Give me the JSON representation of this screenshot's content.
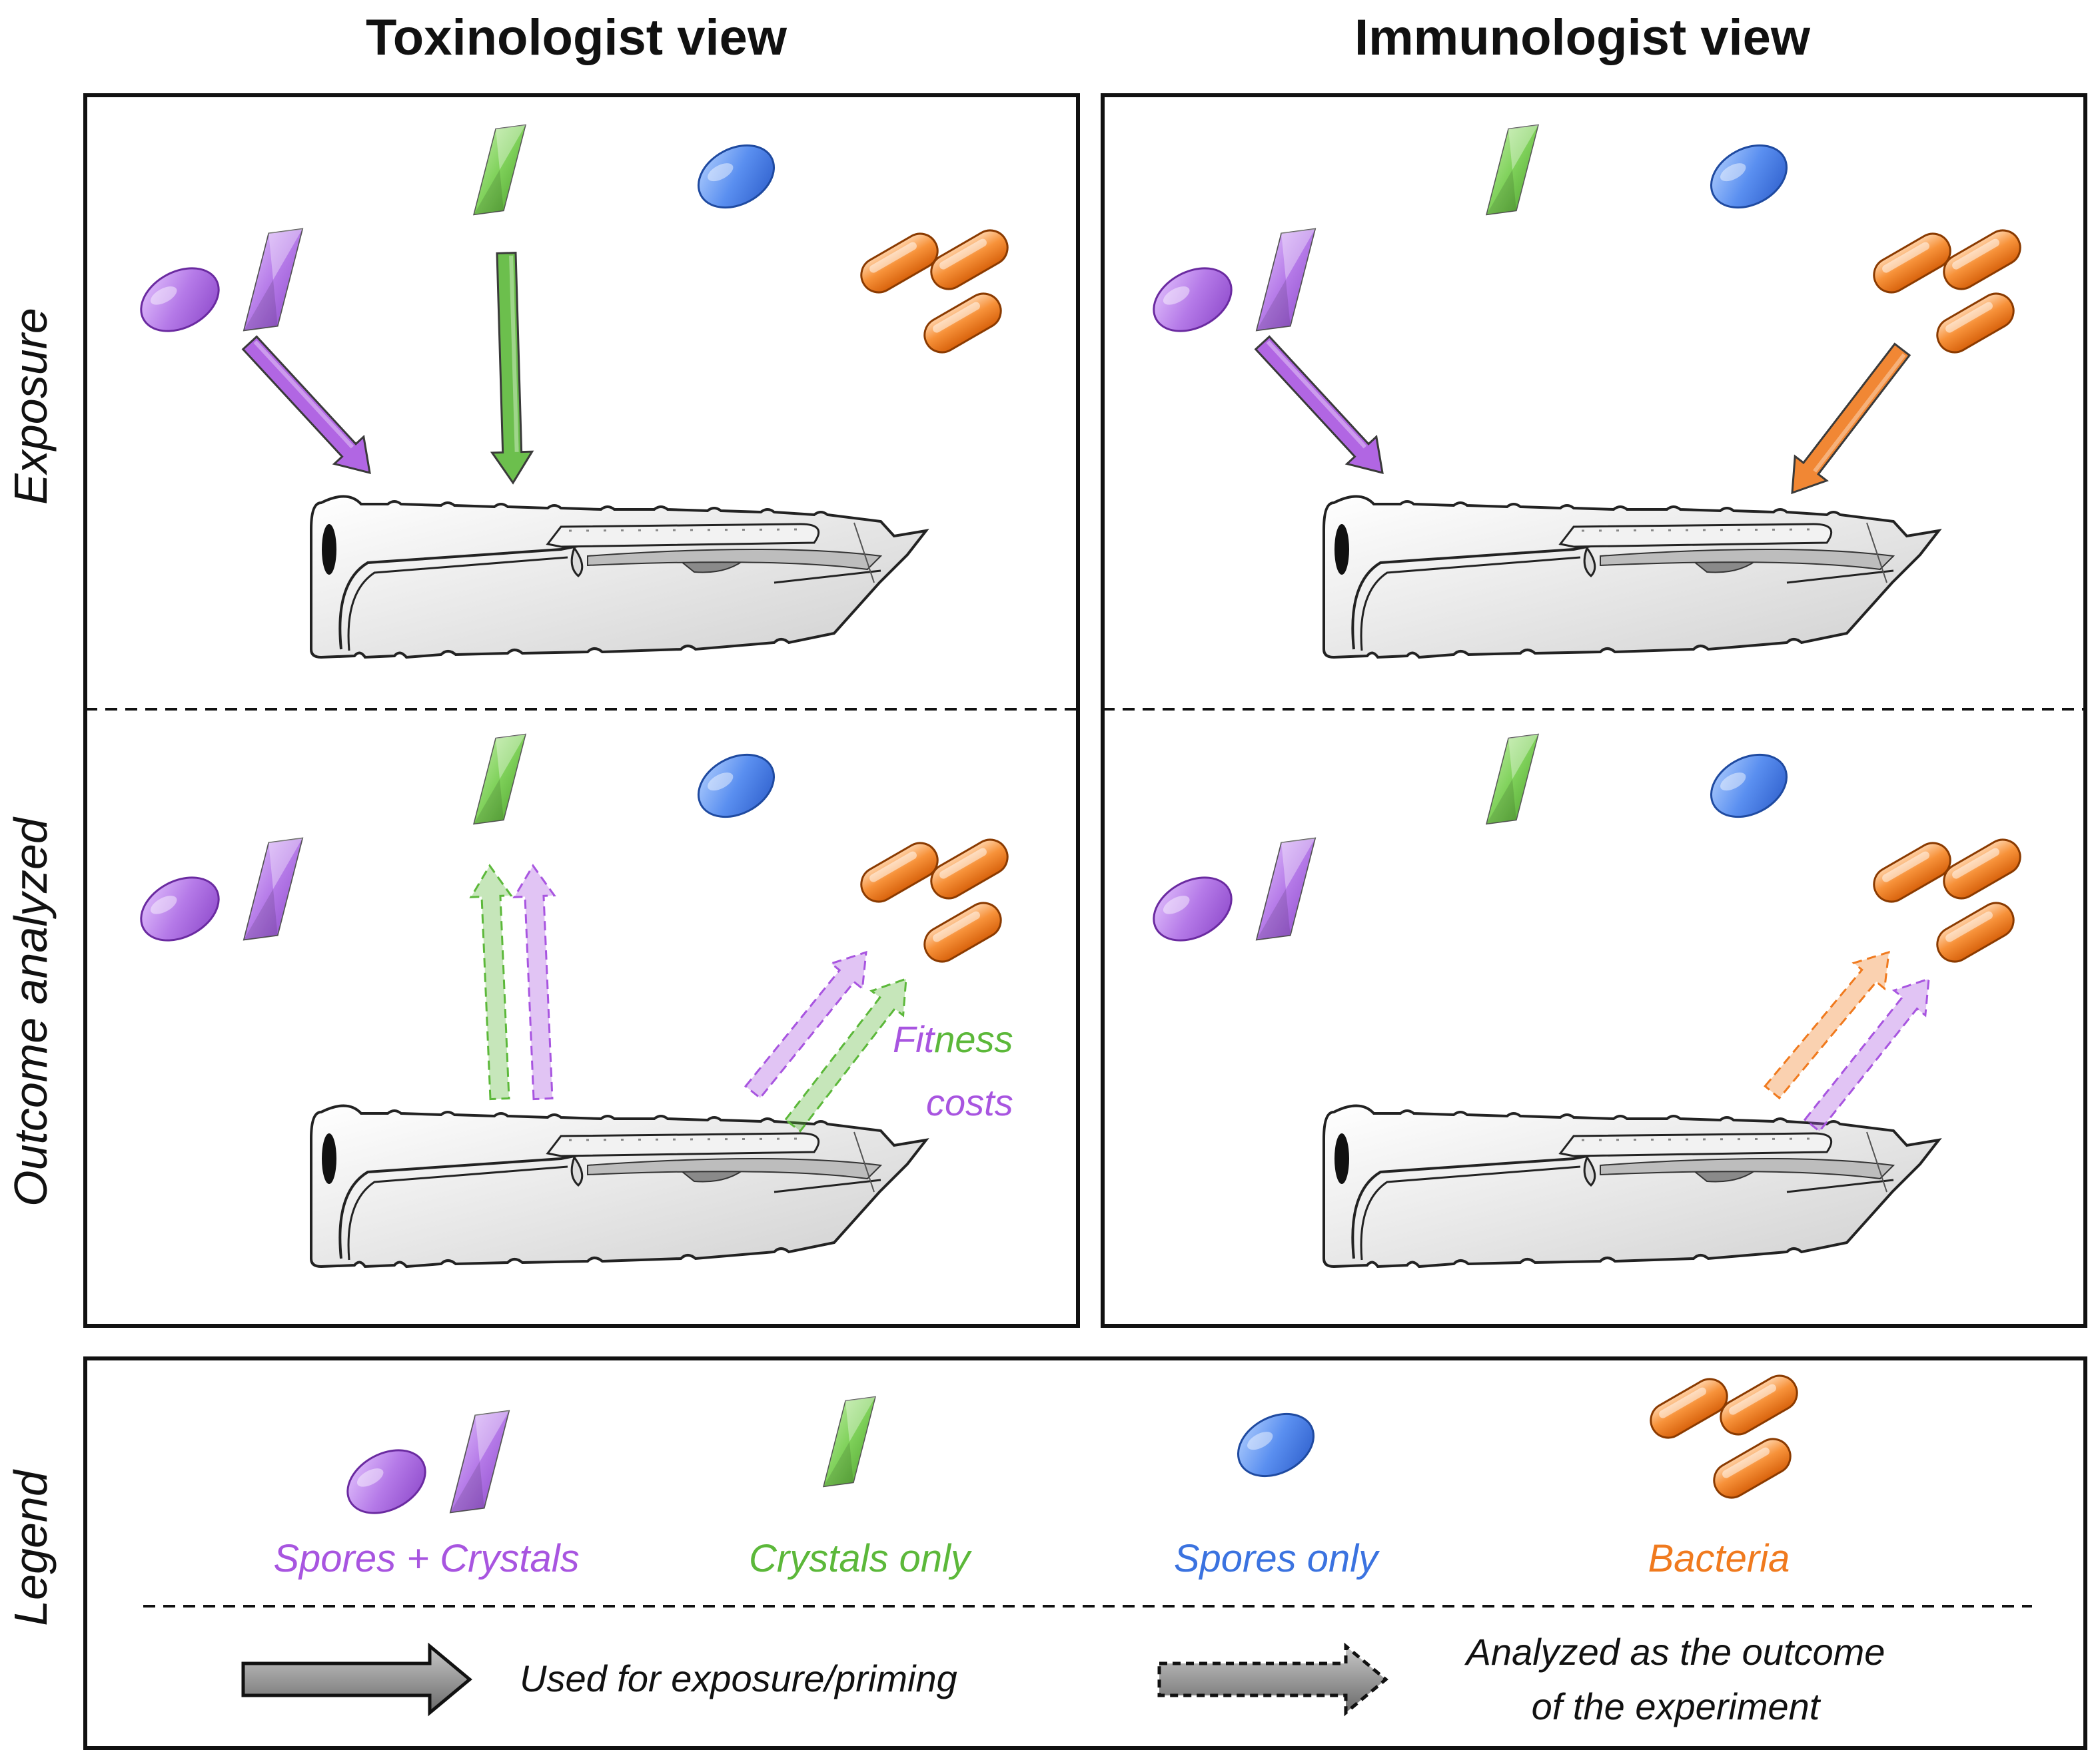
{
  "columns": {
    "left_title": "Toxinologist view",
    "right_title": "Immunologist view"
  },
  "rows": {
    "exposure": "Exposure",
    "outcome": "Outcome analyzed",
    "legend": "Legend"
  },
  "annotation": {
    "fitness_part1": "Fit",
    "fitness_part2": "ness",
    "fitness_line2": "costs"
  },
  "legend": {
    "items": [
      {
        "label": "Spores + Crystals",
        "color": "#a855e0"
      },
      {
        "label": "Crystals only",
        "color": "#5cb83a"
      },
      {
        "label": "Spores only",
        "color": "#3b73e0"
      },
      {
        "label": "Bacteria",
        "color": "#f07a1e"
      }
    ],
    "solid_arrow_text": "Used for exposure/priming",
    "dashed_arrow_line1": "Analyzed as the outcome",
    "dashed_arrow_line2": "of the experiment"
  },
  "colors": {
    "purple": "#a855e0",
    "green": "#5cb83a",
    "blue": "#3b73e0",
    "orange": "#f07a1e"
  }
}
